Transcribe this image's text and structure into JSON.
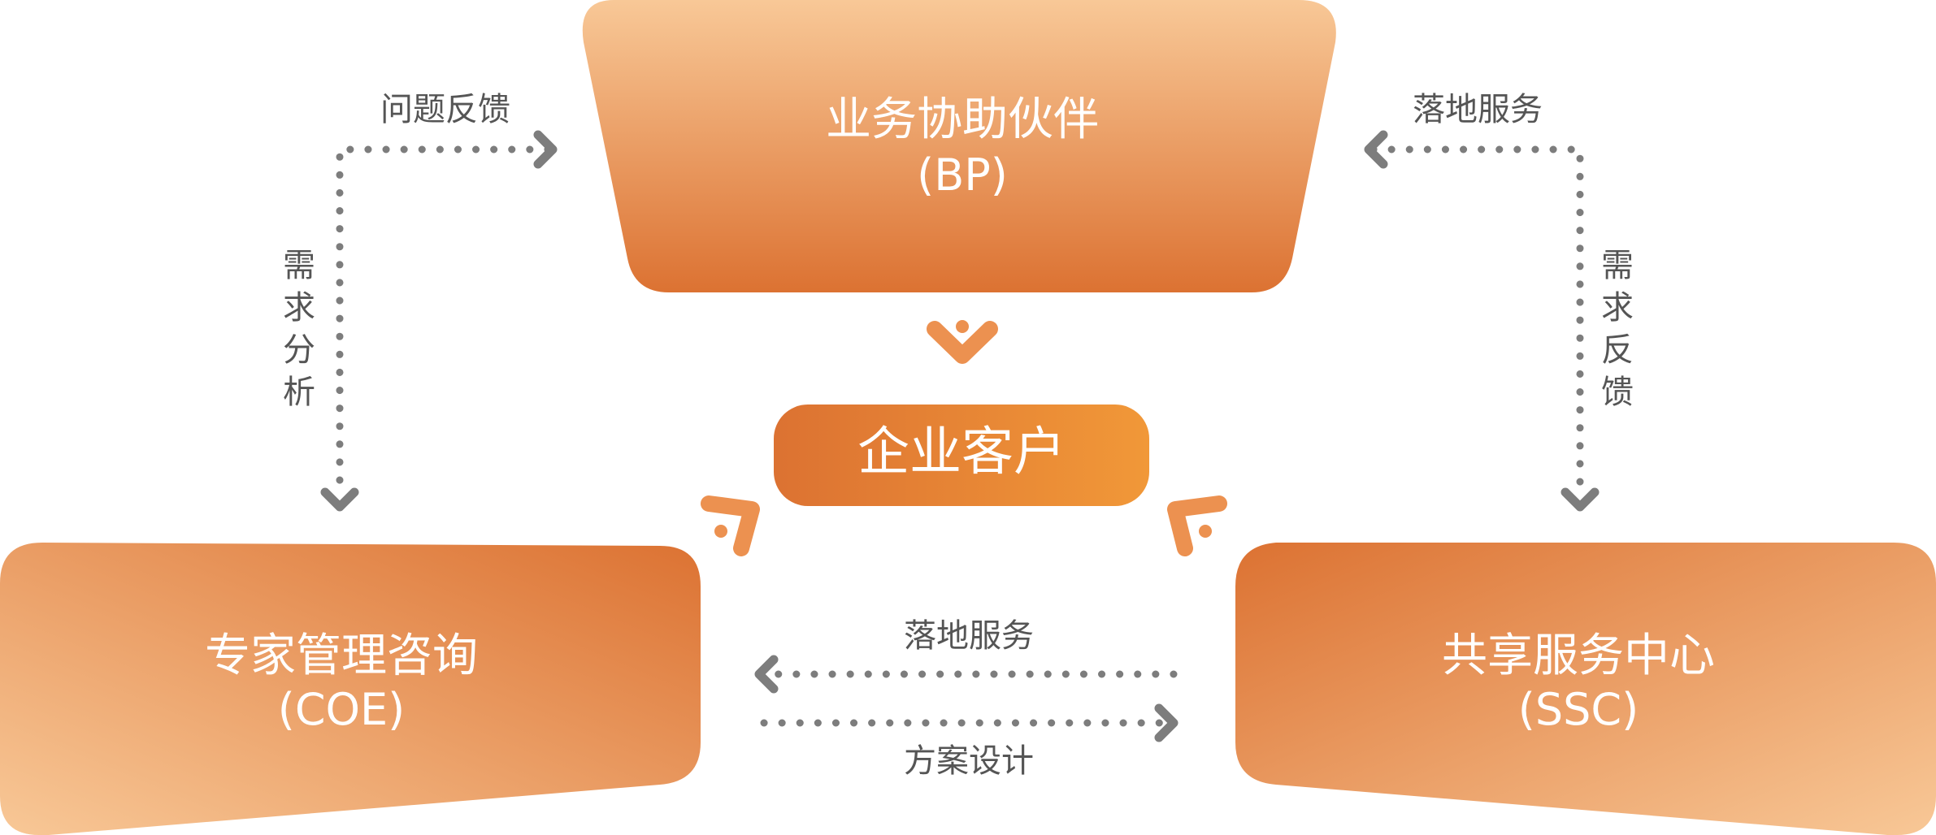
{
  "nodes": {
    "bp": {
      "title": "业务协助伙伴",
      "abbr": "(BP)"
    },
    "customer": {
      "title": "企业客户"
    },
    "coe": {
      "title": "专家管理咨询",
      "abbr": "(COE)"
    },
    "ssc": {
      "title": "共享服务中心",
      "abbr": "(SSC)"
    }
  },
  "flows": {
    "coe_to_bp": "问题反馈",
    "coe_bp_vertical": [
      "需",
      "求",
      "分",
      "析"
    ],
    "ssc_to_bp": "落地服务",
    "ssc_bp_vertical": [
      "需",
      "求",
      "反",
      "馈"
    ],
    "ssc_to_coe": "落地服务",
    "coe_to_ssc": "方案设计"
  },
  "colors": {
    "orange_dark": "#dc7232",
    "orange_light": "#f8c897",
    "customer_right": "#f19838",
    "arrow_gray": "#7d7d7d",
    "label_gray": "#555555"
  }
}
